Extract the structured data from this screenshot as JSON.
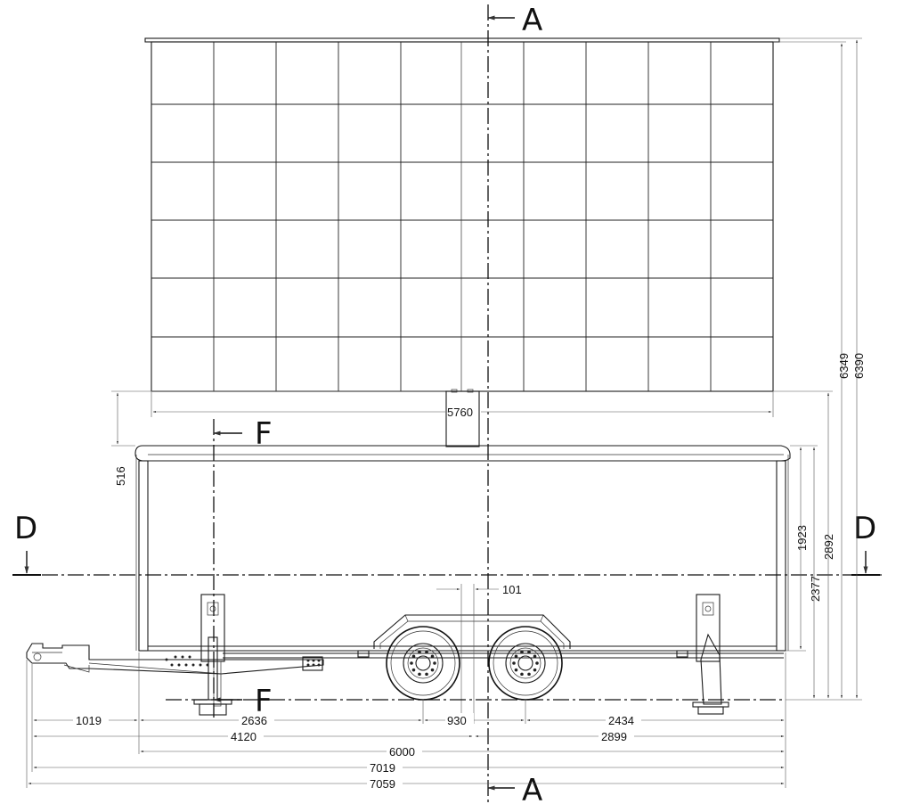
{
  "sections": {
    "a": "A",
    "d": "D",
    "f": "F"
  },
  "dimensions": {
    "panel_width": "5760",
    "gap_height": "516",
    "height_total": "6390",
    "height_screen": "6349",
    "box_height": "2892",
    "box_upper": "1923",
    "axle_height": "2377",
    "axle_offset": "101",
    "bottom": {
      "d1019": "1019",
      "d2636": "2636",
      "d930": "930",
      "d2434": "2434",
      "d4120": "4120",
      "d2899": "2899",
      "d6000": "6000",
      "d7019": "7019",
      "d7059": "7059"
    }
  }
}
